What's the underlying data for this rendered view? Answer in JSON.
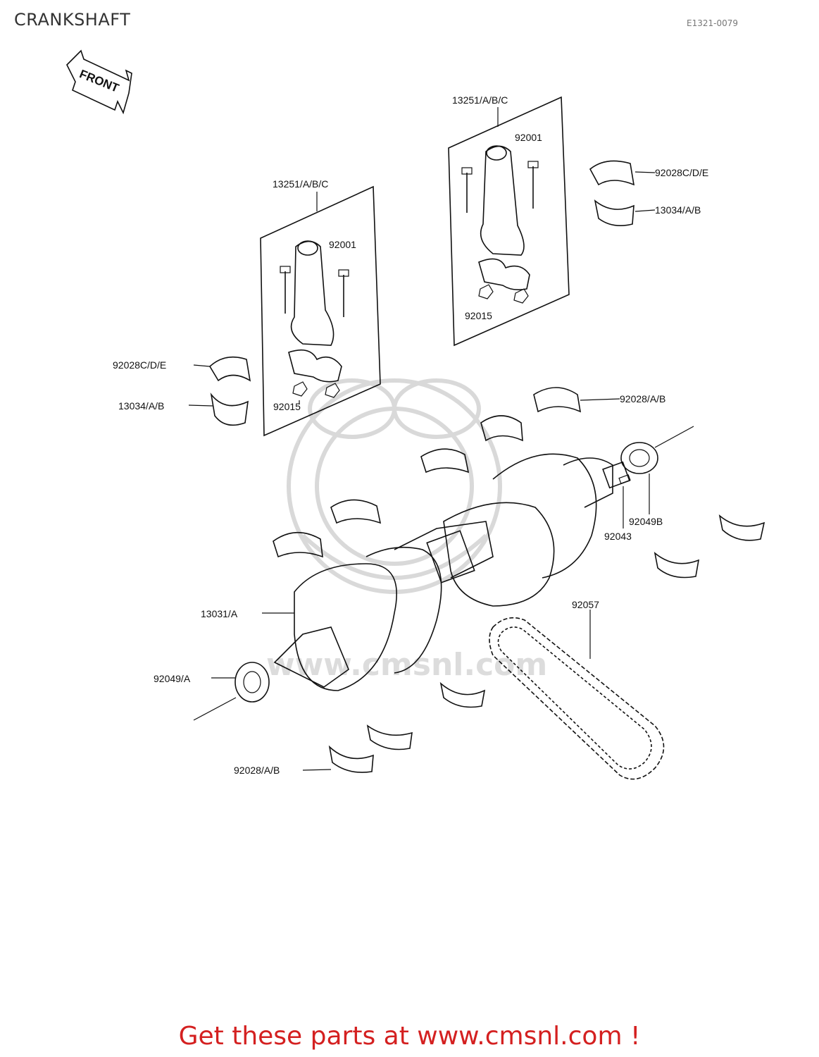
{
  "header": {
    "title": "CRANKSHAFT",
    "ref_code": "E1321-0079"
  },
  "front_arrow": {
    "label": "FRONT"
  },
  "watermark": {
    "text": "www.cmsnl.com"
  },
  "callouts": {
    "rod_kit_left": "13251/A/B/C",
    "rod_kit_right": "13251/A/B/C",
    "bolt_left": "92001",
    "bolt_right": "92001",
    "nut_left": "92015",
    "nut_right": "92015",
    "bearing_upper_left": "92028C/D/E",
    "bearing_lower_left": "13034/A/B",
    "bearing_upper_right": "92028C/D/E",
    "bearing_lower_right": "13034/A/B",
    "main_bearing_top": "92028/A/B",
    "main_bearing_bottom": "92028/A/B",
    "oil_seal_right": "92049B",
    "pin": "92043",
    "crankshaft": "13031/A",
    "oil_seal_left": "92049/A",
    "chain": "92057"
  },
  "footer": {
    "cta": "Get these parts at www.cmsnl.com !"
  }
}
